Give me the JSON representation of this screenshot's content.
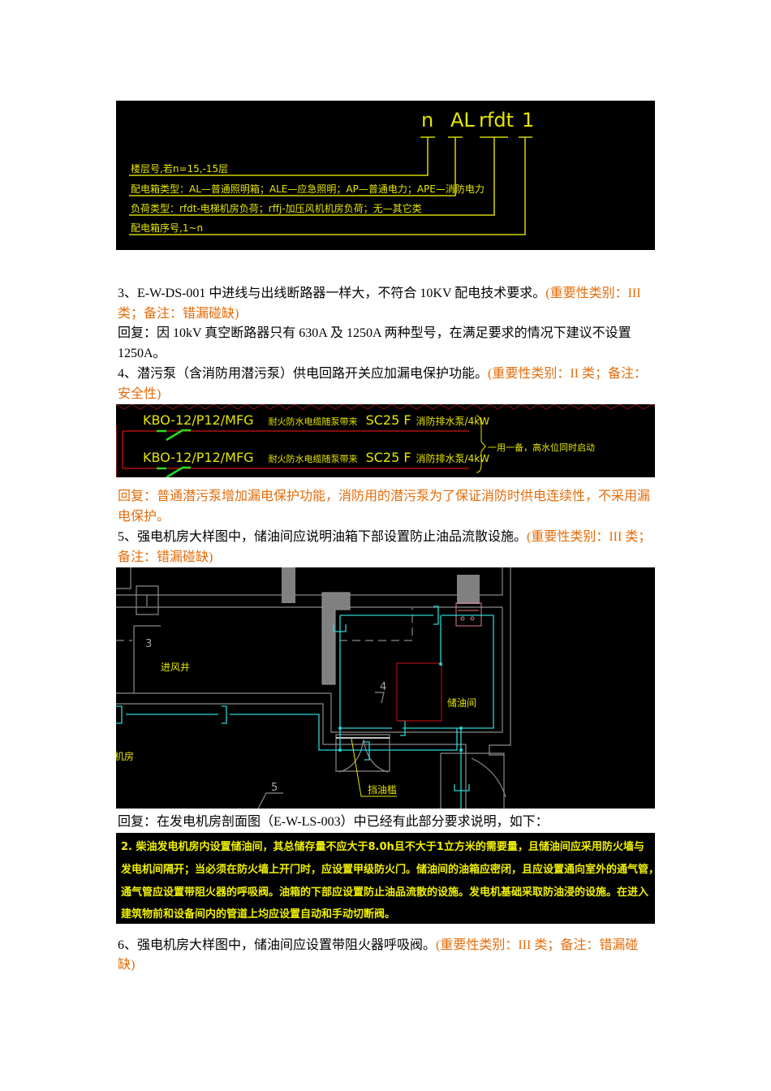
{
  "figure1": {
    "codes": [
      "n",
      "AL",
      "rfdt",
      "1"
    ],
    "legend": [
      "楼层号,若n=15,-15层",
      "配电箱类型：AL—普通照明箱；ALE—应急照明；AP—普通电力；APE—消防电力",
      "负荷类型：rfdt-电梯机房负荷；rffj-加压风机机房负荷；无—其它类",
      "配电箱序号,1~n"
    ]
  },
  "item3": {
    "text": "3、E-W-DS-001 中进线与出线断路器一样大，不符合 10KV 配电技术要求。",
    "note": "(重要性类别：III 类；备注：错漏碰缺)",
    "reply": "回复：因 10kV 真空断路器只有 630A 及 1250A 两种型号，在满足要求的情况下建议不设置 1250A。"
  },
  "item4": {
    "text": "4、潜污泵（含消防用潜污泵）供电回路开关应加漏电保护功能。",
    "note": "(重要性类别：II 类；备注：安全性)",
    "reply": "回复：普通潜污泵增加漏电保护功能，消防用的潜污泵为了保证消防时供电连续性，不采用漏电保护。"
  },
  "figure2": {
    "breaker": "KBO-12/P12/M",
    "breaker_overlap": "FG",
    "cable_note": "耐火防水电缆随泵带来",
    "conduit": "SC25 F",
    "load": "消防排水泵/4kW",
    "brace_note": "一用一备，高水位同时启动"
  },
  "item5": {
    "text": "5、强电机房大样图中，储油间应说明油箱下部设置防止油品流散设施。",
    "note": "(重要性类别：III 类；备注：错漏碰缺)",
    "reply": "回复：在发电机房剖面图（E-W-LS-003）中已经有此部分要求说明，如下："
  },
  "figure3": {
    "labels": {
      "n3": "3",
      "n4": "4",
      "n5": "5",
      "air_shaft": "进风井",
      "oil_room": "储油间",
      "room": "机房",
      "sill": "挡油槛"
    }
  },
  "figure4": {
    "lines": [
      "2. 柴油发电机房内设置储油间，其总储存量不应大于8.0h且不大于1立方米的需要量，且储油间应采用防火墙与",
      "发电机间隔开；当必须在防火墙上开门时，应设置甲级防火门。储油间的油箱应密闭，且应设置通向室外的通气管，",
      "通气管应设置带阻火器的呼吸阀。油箱的下部应设置防止油品流散的设施。发电机基础采取防油浸的设施。在进入",
      "建筑物前和设备间内的管道上均应设置自动和手动切断阀。"
    ]
  },
  "item6": {
    "text": "6、强电机房大样图中，储油间应设置带阻火器呼吸阀。",
    "note": "(重要性类别：III 类；备注：错漏碰缺)"
  },
  "colors": {
    "note": "#e46c0a",
    "cad_yellow": "#e6e600",
    "cad_cyan": "#2ad4d4",
    "cad_red": "#b01010",
    "cad_green": "#22dd22"
  }
}
